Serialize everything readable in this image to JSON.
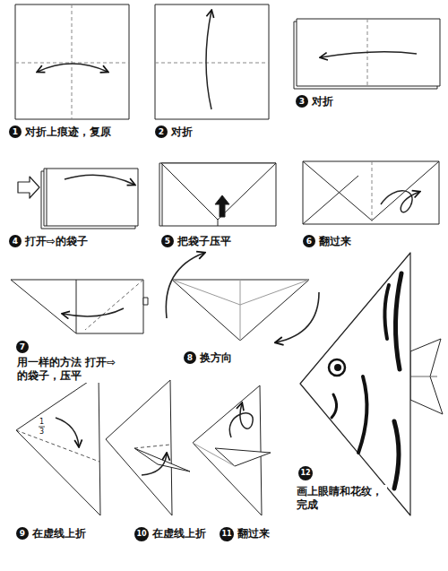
{
  "diagram": {
    "labels": [
      "1",
      "对折上痕迹，复原",
      "2",
      "对折",
      "3",
      "对折",
      "4",
      "打开⇨的袋子",
      "5",
      "把袋子压平",
      "6",
      "翻过来",
      "7",
      "用一样的方法 打开⇨的袋子，压平",
      "8",
      "换方向",
      "1",
      "3",
      "9",
      "在虚线上折",
      "10",
      "在虚线上折",
      "11",
      "翻过来",
      "12",
      "画上眼睛和花纹， 完成"
    ]
  }
}
